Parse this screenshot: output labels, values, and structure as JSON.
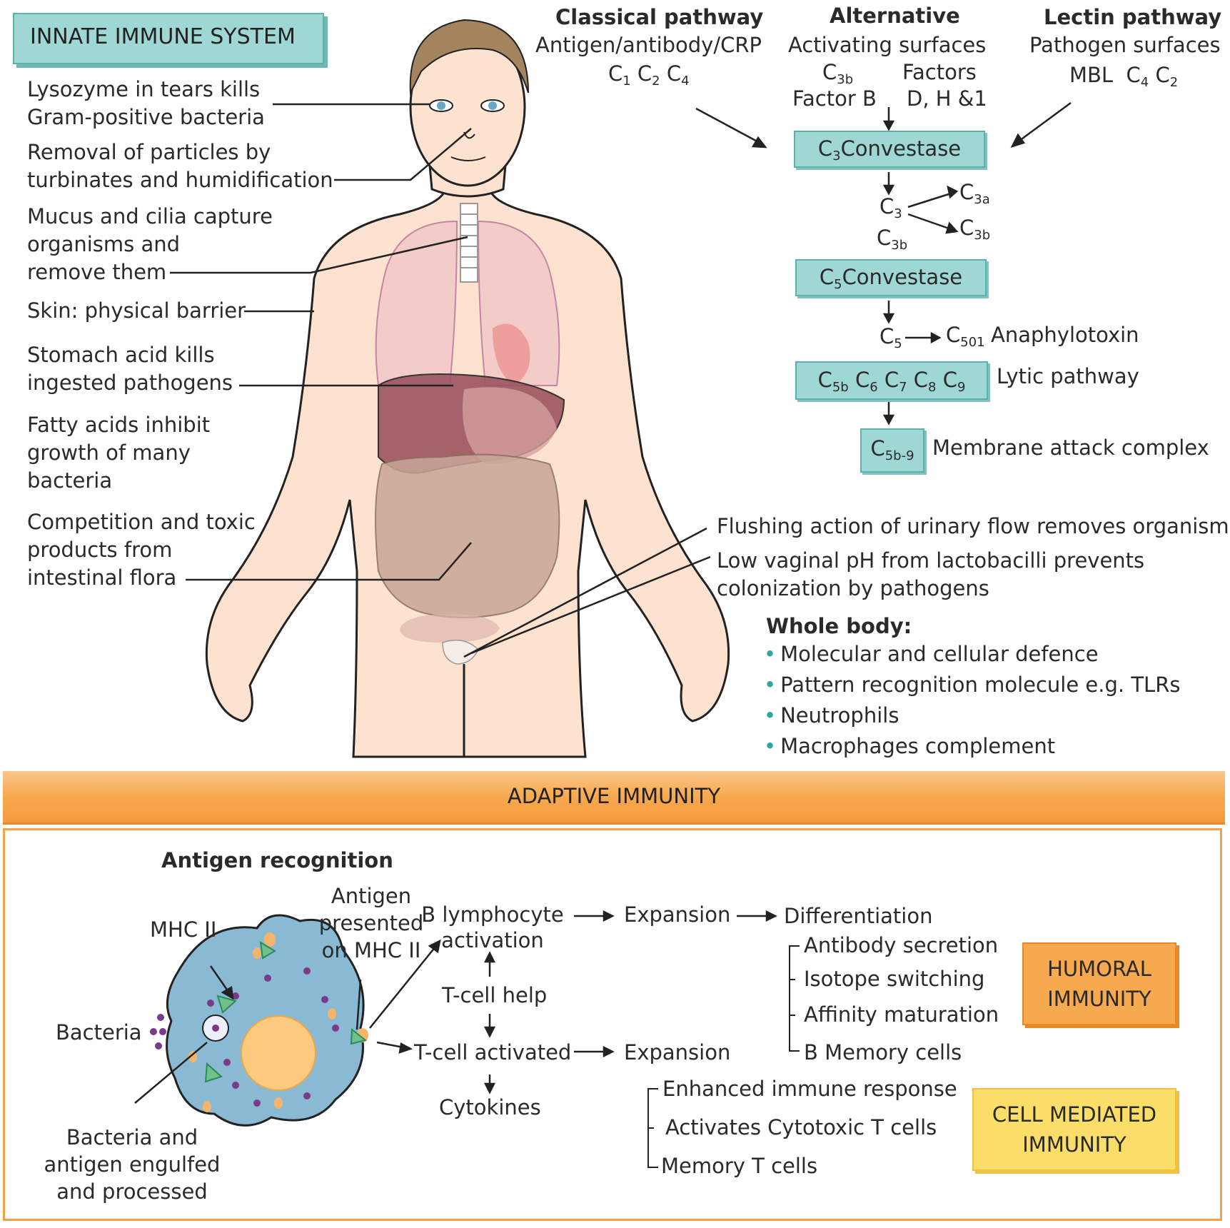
{
  "innate": {
    "title": "INNATE IMMUNE SYSTEM",
    "labels": {
      "lysozyme_1": "Lysozyme in tears kills",
      "lysozyme_2": "Gram-positive bacteria",
      "removal_1": "Removal of particles by",
      "removal_2": "turbinates and humidification",
      "mucus_1": "Mucus and cilia capture",
      "mucus_2": "organisms and",
      "mucus_3": "remove them",
      "skin": "Skin: physical barrier",
      "stomach_1": "Stomach acid kills",
      "stomach_2": "ingested pathogens",
      "fatty_1": "Fatty acids inhibit",
      "fatty_2": "growth of many",
      "fatty_3": "bacteria",
      "competition_1": "Competition and toxic",
      "competition_2": "products from",
      "competition_3": "intestinal flora",
      "flushing": "Flushing action of urinary flow removes organisms",
      "vaginal_1": "Low vaginal pH from lactobacilli prevents",
      "vaginal_2": "colonization by pathogens"
    },
    "whole_body": {
      "title": "Whole body:",
      "items": [
        "Molecular and cellular defence",
        "Pattern recognition molecule e.g. TLRs",
        "Neutrophils",
        "Macrophages complement"
      ]
    }
  },
  "complement": {
    "classical": {
      "title": "Classical pathway",
      "line1": "Antigen/antibody/CRP",
      "c": "C",
      "s1": "1",
      "s2": "2",
      "s4": "4"
    },
    "alternative": {
      "title": "Alternative",
      "line1": "Activating surfaces",
      "c3b": "C",
      "c3b_sub": "3b",
      "factors": "Factors",
      "factor_b": "Factor B",
      "dh1": "D, H &1"
    },
    "lectin": {
      "title": "Lectin pathway",
      "line1": "Pathogen surfaces",
      "mbl": "MBL",
      "c": "C",
      "s4": "4",
      "s2": "2"
    },
    "c3_convertase": {
      "c": "C",
      "sub": "3",
      "text": "Convestase"
    },
    "c3": {
      "c": "C",
      "sub": "3",
      "sub3a": "3a",
      "sub3b": "3b"
    },
    "c5_convertase": {
      "c": "C",
      "sub": "5",
      "text": "Convestase"
    },
    "c5": {
      "c": "C",
      "sub": "5",
      "sub501": "501",
      "anaphylotoxin": "Anaphylotoxin"
    },
    "lytic": {
      "subs": [
        "5b",
        "6",
        "7",
        "8",
        "9"
      ],
      "label": "Lytic pathway"
    },
    "mac": {
      "sub": "5b-9",
      "label": "Membrane attack complex"
    }
  },
  "adaptive": {
    "banner": "ADAPTIVE IMMUNITY",
    "antigen_recognition": "Antigen recognition",
    "mhc2": "MHC II",
    "antigen_presented_1": "Antigen",
    "antigen_presented_2": "presented",
    "antigen_presented_3": "on MHC II",
    "bacteria": "Bacteria",
    "engulfed_1": "Bacteria and",
    "engulfed_2": "antigen engulfed",
    "engulfed_3": "and processed",
    "b_activation_1": "B lymphocyte",
    "b_activation_2": "activation",
    "t_help": "T-cell help",
    "t_activated": "T-cell activated",
    "cytokines": "Cytokines",
    "expansion": "Expansion",
    "differentiation": "Differentiation",
    "humoral_items": [
      "Antibody secretion",
      "Isotope switching",
      "Affinity maturation",
      "B Memory cells"
    ],
    "cell_items": [
      "Enhanced immune response",
      "Activates Cytotoxic T cells",
      "Memory T cells"
    ],
    "humoral_1": "HUMORAL",
    "humoral_2": "IMMUNITY",
    "cmi_1": "CELL MEDIATED",
    "cmi_2": "IMMUNITY"
  },
  "colors": {
    "teal": "#9fd7d4",
    "orange": "#f7a94f",
    "yellow": "#fbdd6a",
    "skin": "#fde3cf"
  }
}
